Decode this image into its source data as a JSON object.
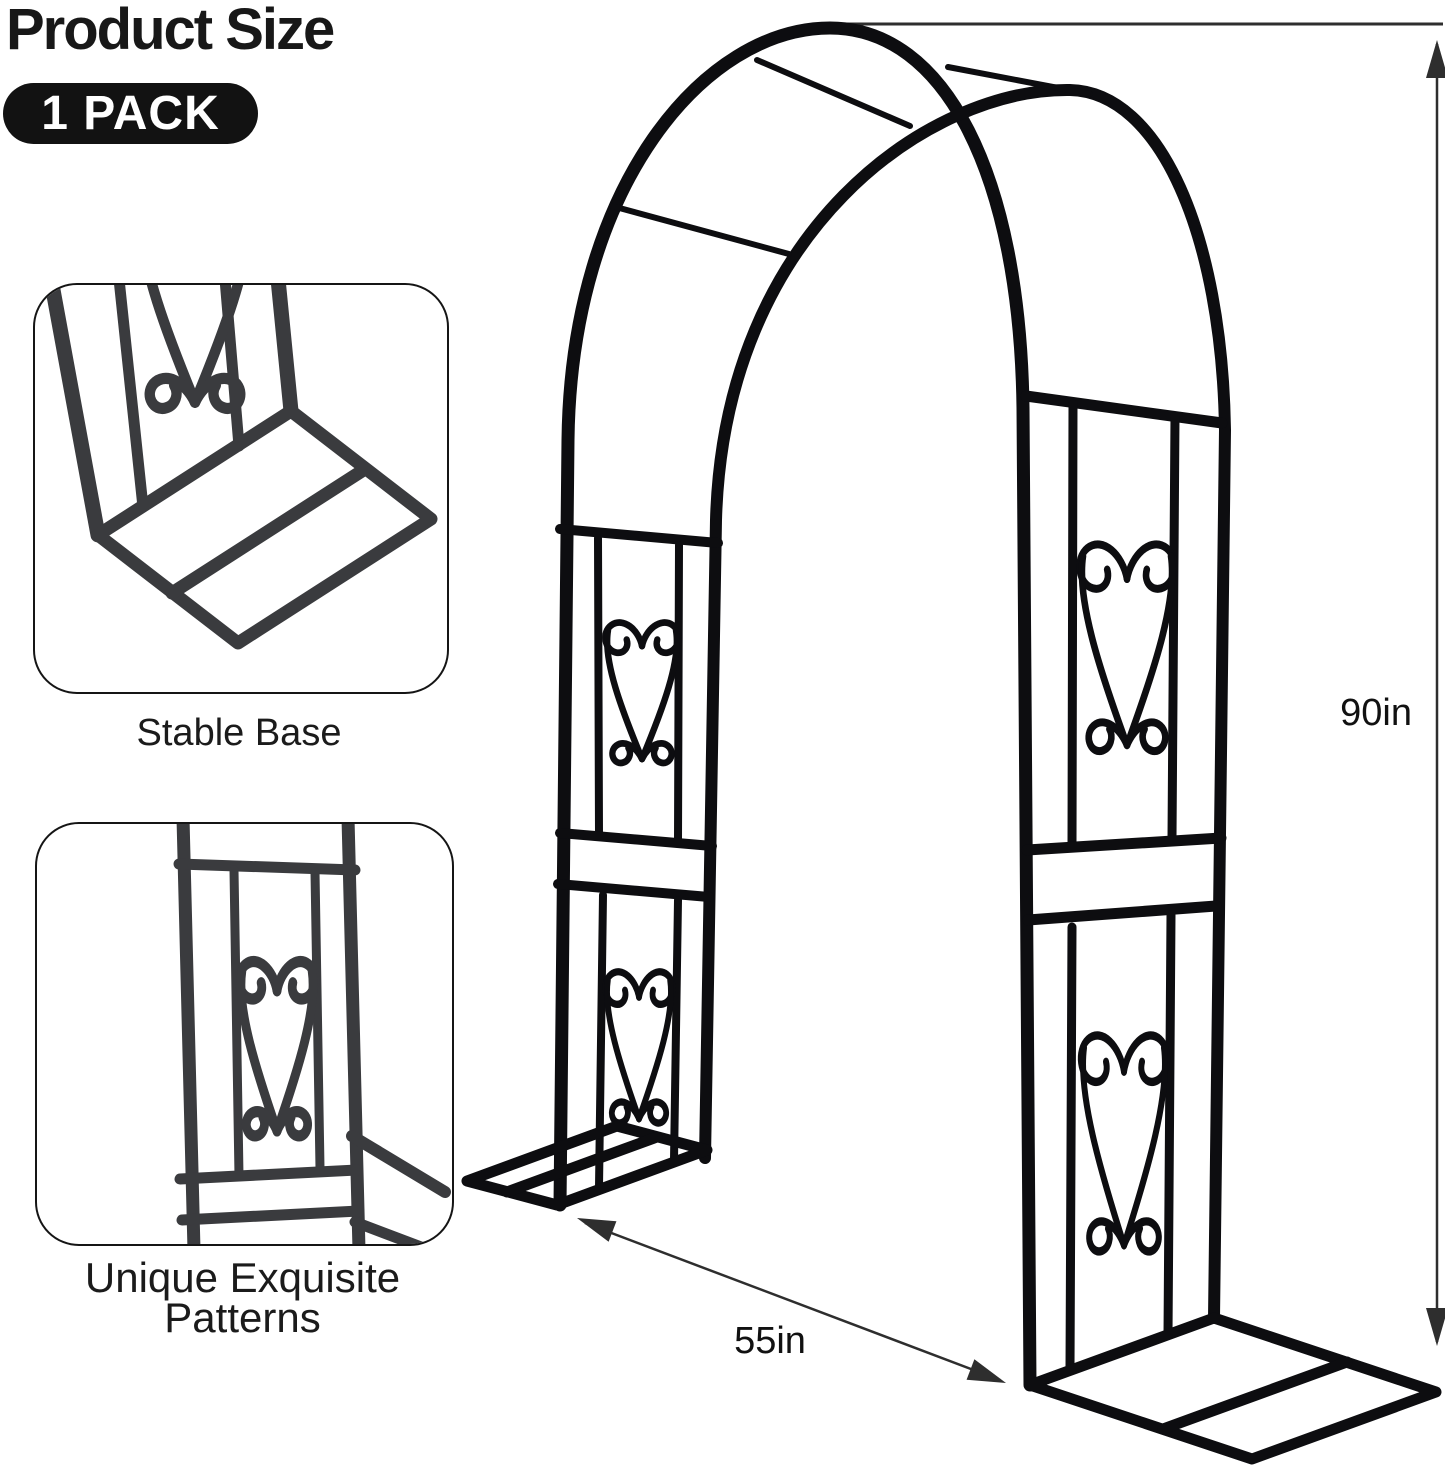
{
  "header": {
    "title": "Product Size",
    "pack_badge": "1 PACK"
  },
  "insets": {
    "stable_base": {
      "caption": "Stable Base"
    },
    "patterns": {
      "caption": "Unique Exquisite Patterns"
    }
  },
  "dimensions": {
    "height": "90in",
    "width": "55in"
  },
  "colors": {
    "background": "#ffffff",
    "metal": "#0d0d10",
    "inset_metal": "#3a3b3e",
    "badge_bg": "#121212",
    "badge_text": "#ffffff",
    "text": "#181818",
    "dimension_line": "#2e2e2e"
  }
}
